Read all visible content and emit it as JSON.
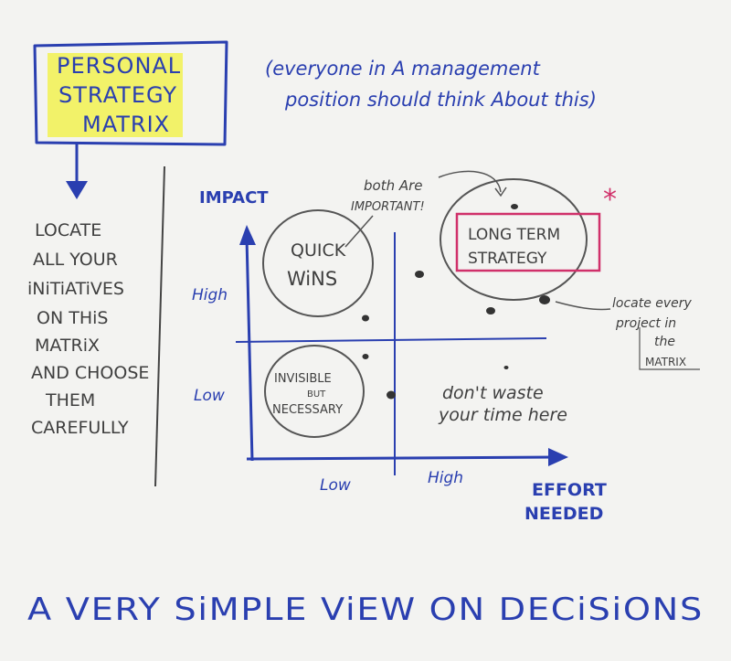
{
  "colors": {
    "blue_ink": "#2a3fb0",
    "pencil": "#3f3f3f",
    "highlight": "#f2f25a",
    "red_pen": "#d0306a",
    "paper": "#f3f3f1"
  },
  "title_box": {
    "line1": "PERSONAL",
    "line2": "STRATEGY",
    "line3": "MATRIX"
  },
  "note_top": {
    "line1": "(everyone in A management",
    "line2": "position should think About this)"
  },
  "instructions": {
    "line1": "LOCATE",
    "line2": "ALL YOUR",
    "line3": "iNiTiATiVES",
    "line4": "ON THiS",
    "line5": "MATRiX",
    "line6": "AND CHOOSE",
    "line7": "THEM",
    "line8": "CAREFULLY"
  },
  "matrix": {
    "y_axis_label": "IMPACT",
    "x_axis_label_line1": "EFFORT",
    "x_axis_label_line2": "NEEDED",
    "y_high": "High",
    "y_low": "Low",
    "x_low": "Low",
    "x_high": "High",
    "quick_wins_line1": "QUICK",
    "quick_wins_line2": "WiNS",
    "long_term_line1": "LONG TERM",
    "long_term_line2": "STRATEGY",
    "invisible_line1": "INVISIBLE",
    "invisible_line2": "BUT",
    "invisible_line3": "NECESSARY",
    "dont_waste_line1": "don't waste",
    "dont_waste_line2": "your time here",
    "both_important_line1": "both Are",
    "both_important_line2": "IMPORTANT!",
    "locate_note_line1": "locate every",
    "locate_note_line2": "project in",
    "locate_note_line3": "the",
    "locate_note_line4": "MATRIX",
    "star": "*"
  },
  "footer": "A VERY SiMPLE ViEW ON DECiSiONS"
}
